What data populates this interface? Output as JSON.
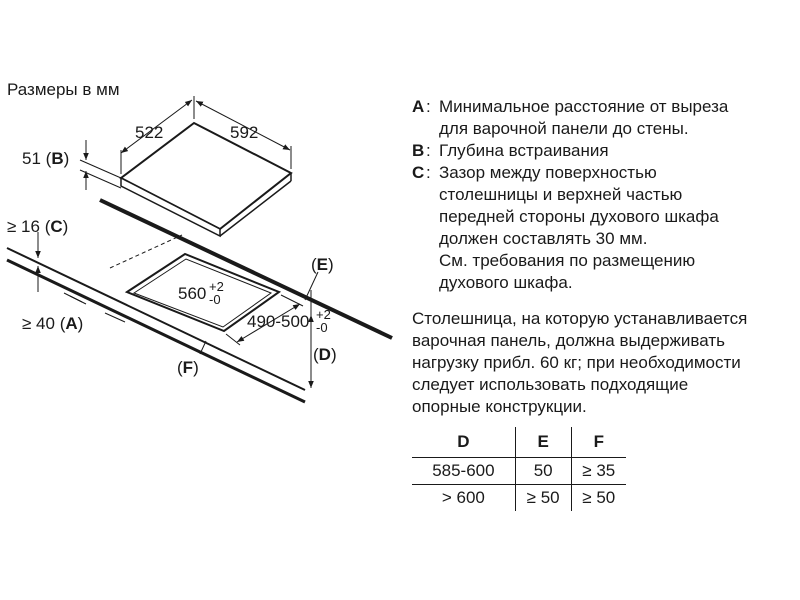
{
  "units_label": "Размеры в мм",
  "dimensions": {
    "depth_top": "522",
    "width_top": "592",
    "thickness": "51",
    "thickness_key": "B",
    "min_gap": "≥ 16",
    "min_gap_key": "C",
    "min_wall": "≥ 40",
    "min_wall_key": "A",
    "cutout_width": "560",
    "cutout_width_tol_plus": "+2",
    "cutout_width_tol_minus": "-0",
    "cutout_depth": "490-500",
    "cutout_depth_tol_plus": "+2",
    "cutout_depth_tol_minus": "-0",
    "key_e": "E",
    "key_d": "D",
    "key_f": "F"
  },
  "legend": [
    {
      "key": "A",
      "text": "Минимальное расстояние от выреза\nдля варочной панели до стены."
    },
    {
      "key": "B",
      "text": "Глубина встраивания"
    },
    {
      "key": "C",
      "text": "Зазор между поверхностью\nстолешницы и верхней частью\nпередней стороны духового шкафа\nдолжен составлять 30 мм.\nСм. требования по размещению\nдухового шкафа."
    }
  ],
  "note": "Столешница, на которую устанавливается\nварочная панель, должна выдерживать\nнагрузку прибл. 60 кг; при необходимости\nследует использовать подходящие\nопорные конструкции.",
  "table": {
    "headers": [
      "D",
      "E",
      "F"
    ],
    "rows": [
      [
        "585-600",
        "50",
        "≥ 35"
      ],
      [
        "> 600",
        "≥ 50",
        "≥ 50"
      ]
    ]
  }
}
